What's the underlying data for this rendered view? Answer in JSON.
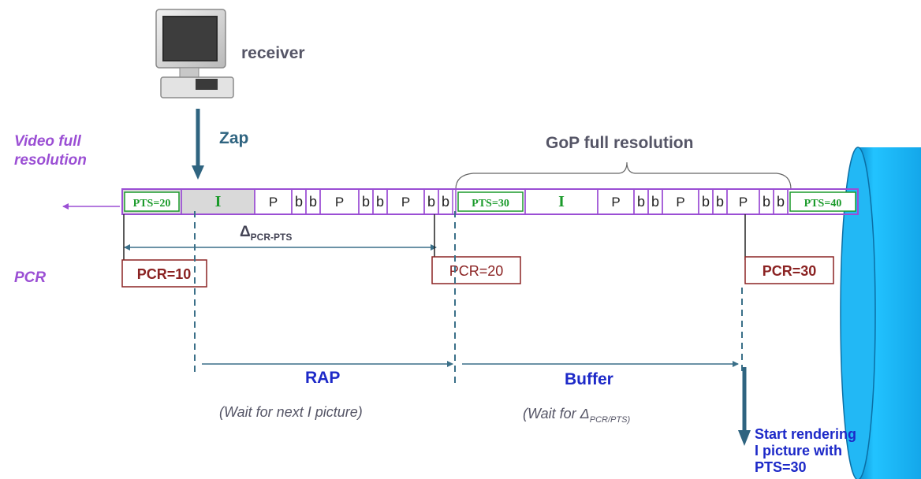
{
  "receiver_label": "receiver",
  "zap_label": "Zap",
  "video_label_line1": "Video full",
  "video_label_line2": "resolution",
  "gop_label": "GoP full resolution",
  "pcr_side_label": "PCR",
  "frames": [
    {
      "text": "PTS=20",
      "kind": "pts"
    },
    {
      "text": "I",
      "kind": "I"
    },
    {
      "text": "P",
      "kind": "P"
    },
    {
      "text": "b",
      "kind": "b"
    },
    {
      "text": "b",
      "kind": "b"
    },
    {
      "text": "P",
      "kind": "P"
    },
    {
      "text": "b",
      "kind": "b"
    },
    {
      "text": "b",
      "kind": "b"
    },
    {
      "text": "P",
      "kind": "P"
    },
    {
      "text": "b",
      "kind": "b"
    },
    {
      "text": "b",
      "kind": "b"
    },
    {
      "text": "PTS=30",
      "kind": "pts"
    },
    {
      "text": "I",
      "kind": "I"
    },
    {
      "text": "P",
      "kind": "P"
    },
    {
      "text": "b",
      "kind": "b"
    },
    {
      "text": "b",
      "kind": "b"
    },
    {
      "text": "P",
      "kind": "P"
    },
    {
      "text": "b",
      "kind": "b"
    },
    {
      "text": "b",
      "kind": "b"
    },
    {
      "text": "P",
      "kind": "P"
    },
    {
      "text": "b",
      "kind": "b"
    },
    {
      "text": "b",
      "kind": "b"
    },
    {
      "text": "PTS=40",
      "kind": "pts"
    }
  ],
  "delta_main": "Δ",
  "delta_sub": "PCR-PTS",
  "pcr_boxes": [
    "PCR=10",
    "PCR=20",
    "PCR=30"
  ],
  "rap_label": "RAP",
  "rap_note": "(Wait for next  I  picture)",
  "buffer_label": "Buffer",
  "buffer_note_main": "(Wait for Δ",
  "buffer_note_sub": "PCR/PTS)",
  "start_line1": "Start rendering",
  "start_line2": "I picture with",
  "start_line3": "PTS=30",
  "colors": {
    "purple": "#9b4fd4",
    "dark_red": "#8b2323",
    "green": "#1a9a2a",
    "teal": "#2e6a86",
    "blue": "#1d29c8",
    "gray_text": "#555566",
    "cyan": "#18b0ee"
  }
}
